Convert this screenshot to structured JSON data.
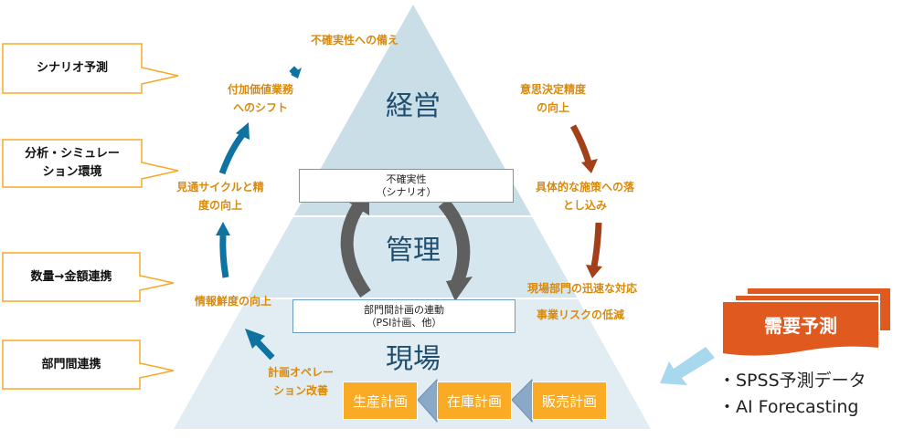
{
  "tiers": {
    "top": "経営",
    "middle": "管理",
    "bottom": "現場"
  },
  "boxes": {
    "uncertainty": [
      "不確実性",
      "（シナリオ）"
    ],
    "linkage": [
      "部門間計画の連動",
      "（PSI計画、他）"
    ]
  },
  "plans": [
    "生産計画",
    "在庫計画",
    "販売計画"
  ],
  "callouts": [
    [
      "シナリオ予測"
    ],
    [
      "分析・シミュレー",
      "ション環境"
    ],
    [
      "数量→金額連携"
    ],
    [
      "部門間連携"
    ]
  ],
  "left_labels": {
    "prepare": "不確実性への備え",
    "shift": [
      "付加価値業務",
      "へのシフト"
    ],
    "cycle": [
      "見通サイクルと精",
      "度の向上"
    ],
    "freshness": "情報鮮度の向上",
    "operation": [
      "計画オペレー",
      "ション改善"
    ]
  },
  "right_labels": {
    "decision": [
      "意思決定精度",
      "の向上"
    ],
    "measures": [
      "具体的な施策への落",
      "とし込み"
    ],
    "response": "現場部門の迅速な対応",
    "risk": "事業リスクの低減"
  },
  "demand": {
    "title": "需要予測",
    "items": [
      "・SPSS予測データ",
      "・AI Forecasting"
    ]
  },
  "colors": {
    "accent_orange": "#d98a0c",
    "blue_arrow": "#0e73a0",
    "brown_arrow": "#a3401a",
    "plan_fill": "#f9ab25",
    "demand_fill": "#e05a20"
  }
}
